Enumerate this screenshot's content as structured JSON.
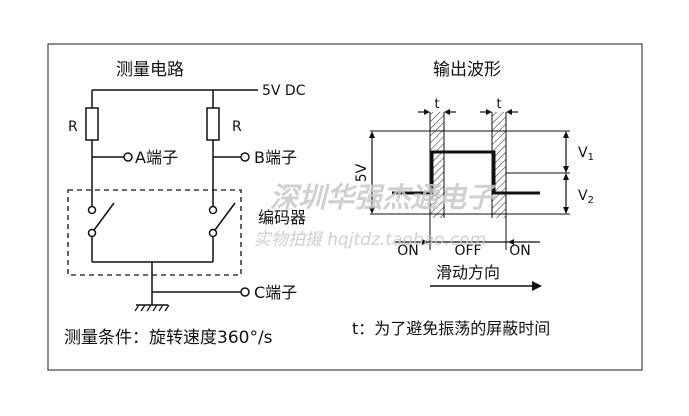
{
  "left": {
    "title": "测量电路",
    "supply": "5V DC",
    "resistor_a": "R",
    "resistor_b": "R",
    "terminal_a": "A端子",
    "terminal_b": "B端子",
    "terminal_c": "C端子",
    "encoder": "编码器",
    "condition": "测量条件：旋转速度360°/s"
  },
  "right": {
    "title": "输出波形",
    "t_label_left": "t",
    "t_label_right": "t",
    "voltage": "5V",
    "v1_base": "V",
    "v1_sub": "1",
    "v2_base": "V",
    "v2_sub": "2",
    "state_on_left": "ON",
    "state_off": "OFF",
    "state_on_right": "ON",
    "direction": "滑动方向",
    "note": "t：为了避免振荡的屏蔽时间"
  },
  "watermark": {
    "line1": "深圳华强杰通电子",
    "line2": "实物拍摄 hqjtdz.taobao.com"
  },
  "colors": {
    "background": "#ffffff",
    "frame_border": "#444444",
    "line": "#111111",
    "hatch": "#444444",
    "watermark": "#c8c8c8"
  }
}
